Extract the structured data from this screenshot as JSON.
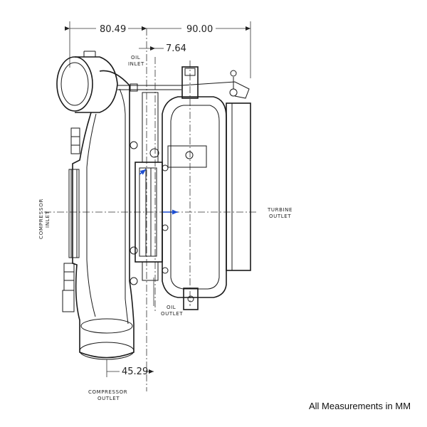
{
  "dimensions": {
    "left_width": "80.49",
    "right_width": "90.00",
    "oil_inlet_offset": "7.64",
    "compressor_outlet_offset": "45.29"
  },
  "labels": {
    "oil_inlet": [
      "OIL",
      "INLET"
    ],
    "oil_outlet": [
      "OIL",
      "OUTLET"
    ],
    "turbine_outlet": [
      "TURBINE",
      "OUTLET"
    ],
    "compressor_outlet": [
      "COMPRESSOR",
      "OUTLET"
    ],
    "compressor_inlet": [
      "COMPRESSOR",
      "INLET"
    ]
  },
  "footer": "All Measurements in MM",
  "colors": {
    "line": "#1a1a1a",
    "arrow": "#1f4fd0",
    "background": "#ffffff"
  }
}
